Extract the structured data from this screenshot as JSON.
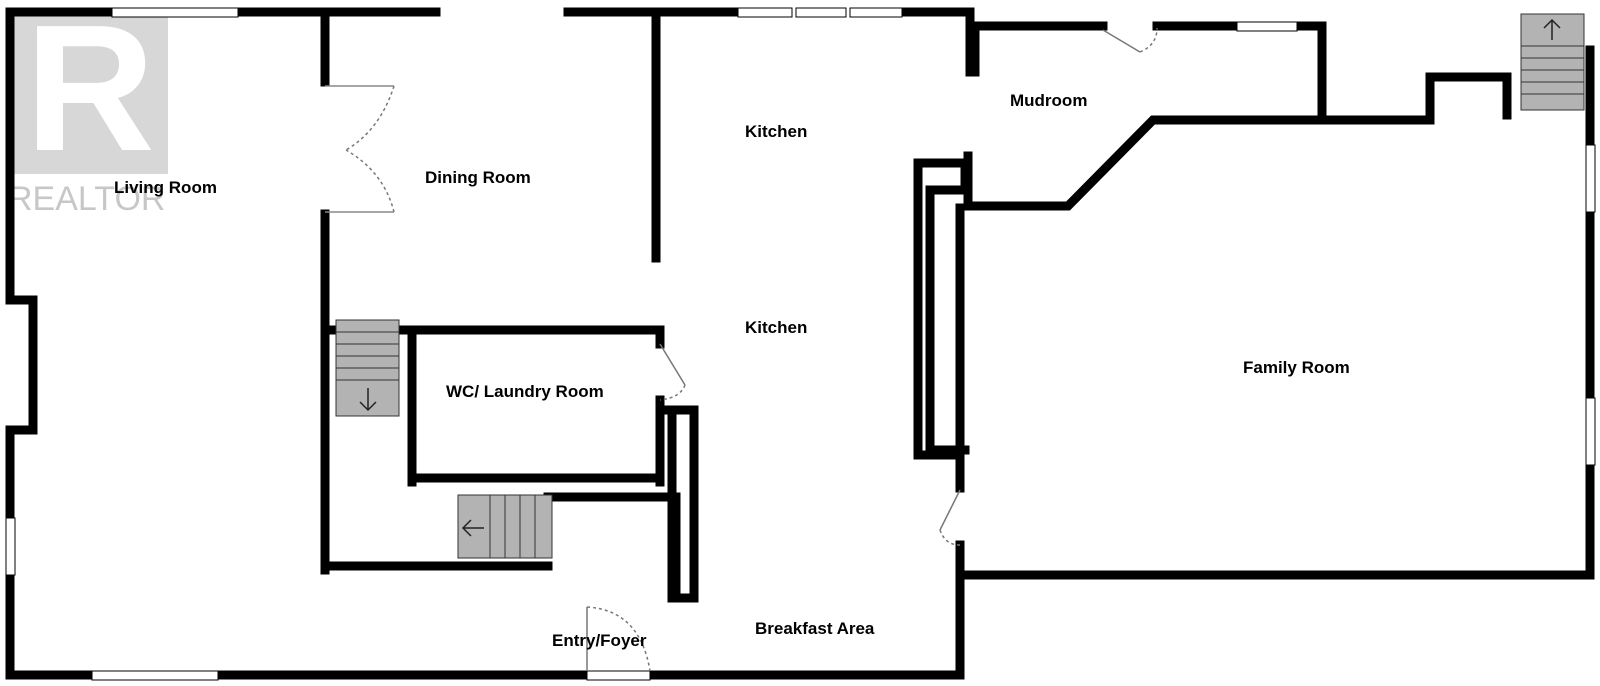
{
  "watermark": {
    "brand": "REALTOR",
    "mark": "R",
    "color": "#9a9a9a"
  },
  "rooms": {
    "living_room": "Living Room",
    "dining_room": "Dining Room",
    "kitchen_upper": "Kitchen",
    "kitchen_lower": "Kitchen",
    "mudroom": "Mudroom",
    "wc_laundry": "WC/ Laundry Room",
    "family_room": "Family Room",
    "entry_foyer": "Entry/Foyer",
    "breakfast_area": "Breakfast Area"
  },
  "stairs": [
    {
      "id": "stair-wc",
      "direction": "down"
    },
    {
      "id": "stair-entry",
      "direction": "left"
    },
    {
      "id": "stair-mudroom",
      "direction": "up"
    }
  ],
  "colors": {
    "wall": "#000000",
    "stair_fill": "#b3b3b3",
    "window": "#ffffff",
    "door_swing": "#777777"
  }
}
